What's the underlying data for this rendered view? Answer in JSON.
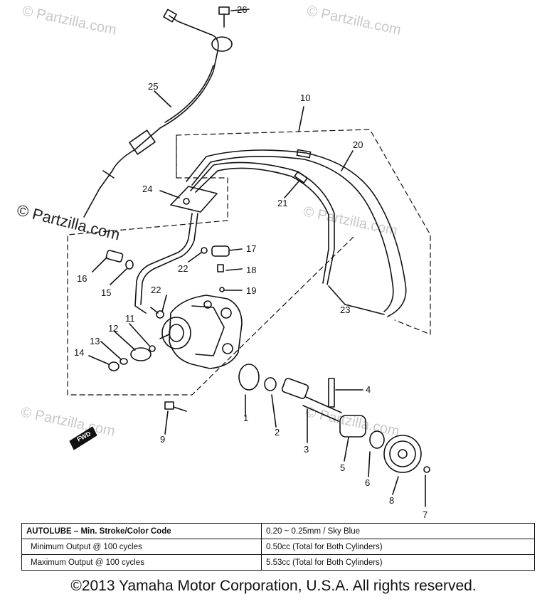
{
  "watermark": "© Partzilla.com",
  "callouts": [
    {
      "id": "1",
      "label": "1"
    },
    {
      "id": "2",
      "label": "2"
    },
    {
      "id": "3",
      "label": "3"
    },
    {
      "id": "4",
      "label": "4"
    },
    {
      "id": "5",
      "label": "5"
    },
    {
      "id": "6",
      "label": "6"
    },
    {
      "id": "7",
      "label": "7"
    },
    {
      "id": "8",
      "label": "8"
    },
    {
      "id": "9",
      "label": "9"
    },
    {
      "id": "10",
      "label": "10"
    },
    {
      "id": "11",
      "label": "11"
    },
    {
      "id": "12",
      "label": "12"
    },
    {
      "id": "13",
      "label": "13"
    },
    {
      "id": "14",
      "label": "14"
    },
    {
      "id": "15",
      "label": "15"
    },
    {
      "id": "16",
      "label": "16"
    },
    {
      "id": "17",
      "label": "17"
    },
    {
      "id": "18",
      "label": "18"
    },
    {
      "id": "19",
      "label": "19"
    },
    {
      "id": "20",
      "label": "20"
    },
    {
      "id": "21",
      "label": "21"
    },
    {
      "id": "22a",
      "label": "22"
    },
    {
      "id": "22b",
      "label": "22"
    },
    {
      "id": "23",
      "label": "23"
    },
    {
      "id": "24",
      "label": "24"
    },
    {
      "id": "25",
      "label": "25"
    },
    {
      "id": "26",
      "label": "26"
    }
  ],
  "fwd_label": "FWD",
  "spec_table": [
    {
      "label": "AUTOLUBE – Min. Stroke/Color Code",
      "value": "0.20 ~ 0.25mm / Sky Blue"
    },
    {
      "label": "Minimum Output @ 100 cycles",
      "value": "0.50cc (Total for Both Cylinders)"
    },
    {
      "label": "Maximum Output @ 100 cycles",
      "value": "5.53cc (Total for Both Cylinders)"
    }
  ],
  "copyright": "©2013 Yamaha Motor Corporation, U.S.A. All rights reserved."
}
